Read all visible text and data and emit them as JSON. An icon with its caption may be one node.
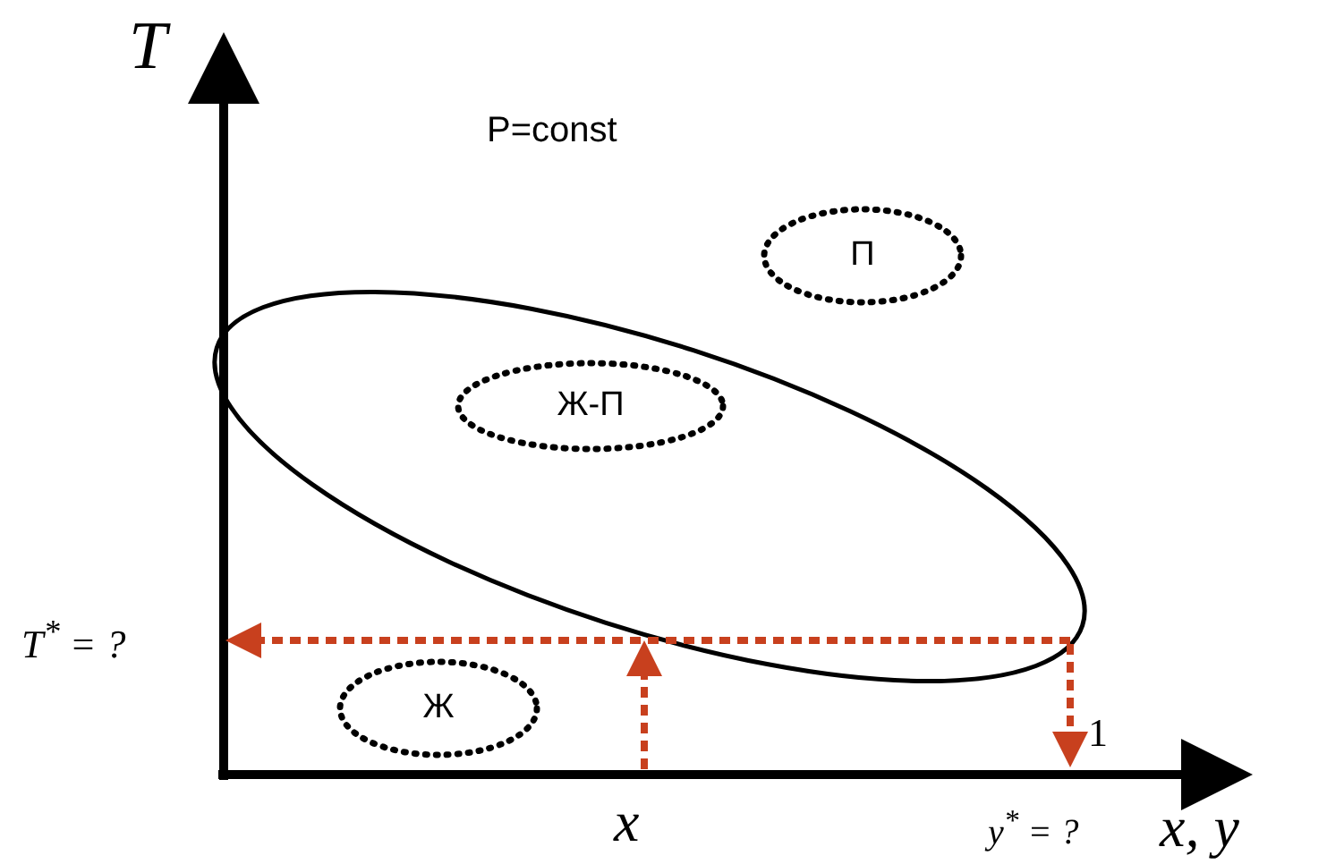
{
  "diagram": {
    "nodes": [
      {
        "text": [
          "П"
        ]
      },
      {
        "text": [
          "Ж-П"
        ]
      },
      {
        "text": [
          "Ж"
        ]
      }
    ],
    "labels": [
      "T",
      "P=const",
      "T$^{*}$ = ?",
      "1",
      "x",
      "y$^{*}$ = ?",
      "x, y"
    ]
  }
}
